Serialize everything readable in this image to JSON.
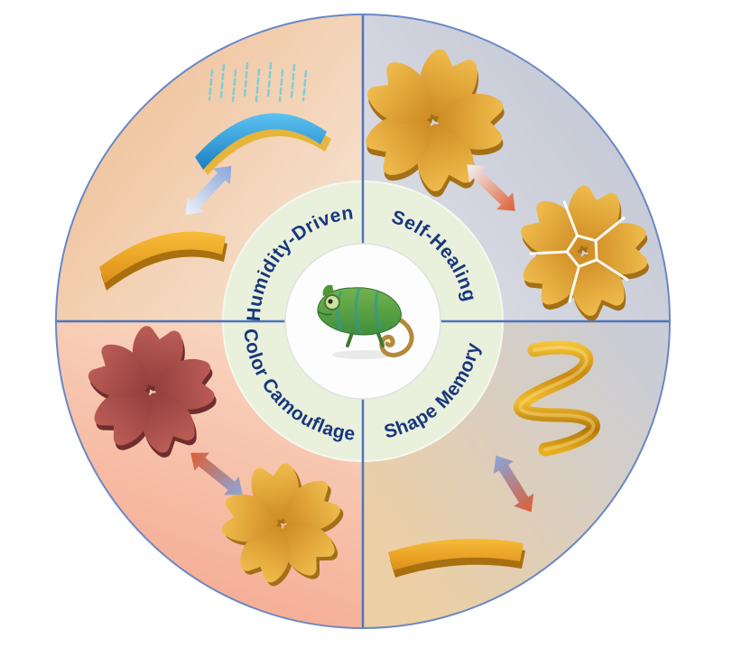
{
  "figure": {
    "name": "multifunctional-material-circular-overview",
    "center_icon": "chameleon",
    "quadrants": [
      {
        "label": "Humidity-Driven",
        "position": "top-left",
        "items": [
          "flat-orange-strip",
          "transition-arrow",
          "bent-blue-strip",
          "water-vapor-lines"
        ]
      },
      {
        "label": "Self-Healing",
        "position": "top-right",
        "items": [
          "intact-flower",
          "transition-arrow",
          "cut-flower"
        ]
      },
      {
        "label": "Color Camouflage",
        "position": "bottom-left",
        "items": [
          "red-flower",
          "transition-arrow",
          "orange-flower"
        ]
      },
      {
        "label": "Shape Memory",
        "position": "bottom-right",
        "items": [
          "coiled-gold-ribbon",
          "transition-arrow",
          "flat-orange-strip"
        ]
      }
    ],
    "colors": {
      "label_text": "#17377c",
      "divider_line": "#4f74ba",
      "outer_border": "#6988c5",
      "inner_ring": "#e9f0dc",
      "center_fill": "#fdfdfd",
      "quadrant_top_left": "#f0c49e",
      "quadrant_top_right": "#cdd0da",
      "quadrant_bottom_left": "#f6b49e",
      "quadrant_bottom_right": "#cdd0d8",
      "flower_orange": "#e0a238",
      "flower_red": "#a84a48",
      "strip_blue": "#2e9ad8",
      "ribbon_gold": "#e0a11c",
      "arrow_red": "#dc5f36",
      "arrow_blue": "#8aa6da"
    }
  }
}
